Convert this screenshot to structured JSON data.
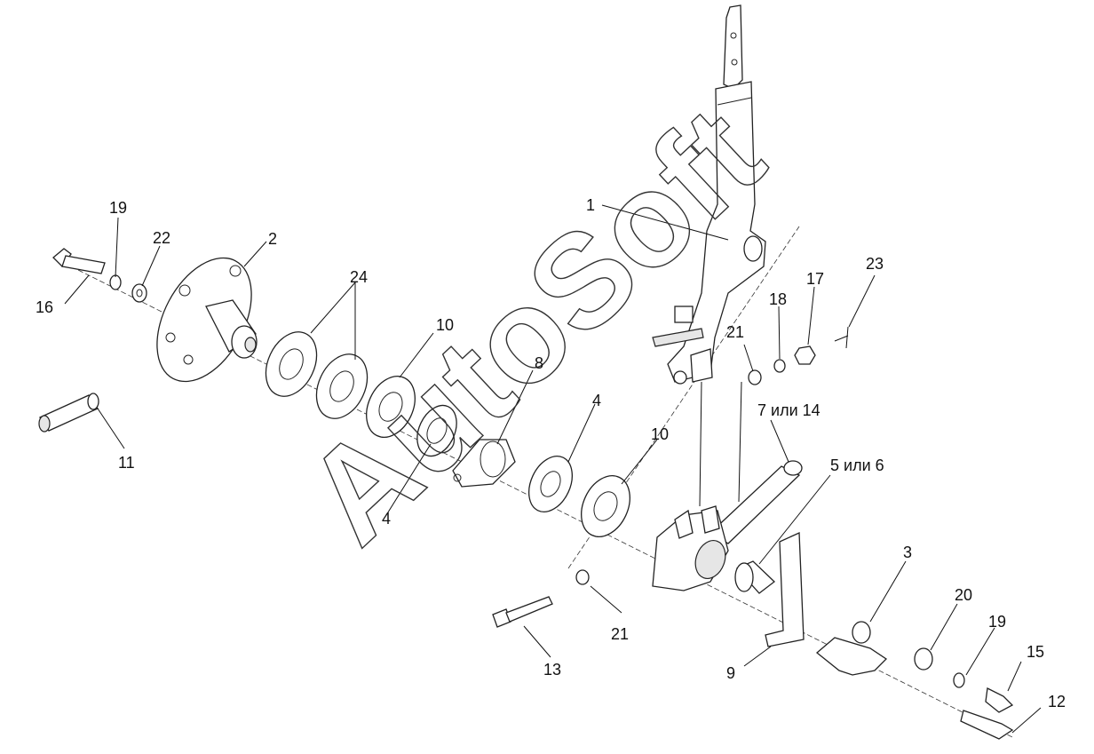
{
  "watermark": "AutoSoft",
  "callouts": [
    {
      "id": "l1",
      "text": "1"
    },
    {
      "id": "l2",
      "text": "2"
    },
    {
      "id": "l3",
      "text": "3"
    },
    {
      "id": "l4a",
      "text": "4"
    },
    {
      "id": "l4b",
      "text": "4"
    },
    {
      "id": "l5",
      "text": "5 или 6"
    },
    {
      "id": "l7",
      "text": "7 или 14"
    },
    {
      "id": "l8",
      "text": "8"
    },
    {
      "id": "l9",
      "text": "9"
    },
    {
      "id": "l10a",
      "text": "10"
    },
    {
      "id": "l10b",
      "text": "10"
    },
    {
      "id": "l11",
      "text": "11"
    },
    {
      "id": "l12",
      "text": "12"
    },
    {
      "id": "l13",
      "text": "13"
    },
    {
      "id": "l15",
      "text": "15"
    },
    {
      "id": "l16",
      "text": "16"
    },
    {
      "id": "l17",
      "text": "17"
    },
    {
      "id": "l18",
      "text": "18"
    },
    {
      "id": "l19a",
      "text": "19"
    },
    {
      "id": "l19b",
      "text": "19"
    },
    {
      "id": "l20",
      "text": "20"
    },
    {
      "id": "l21a",
      "text": "21"
    },
    {
      "id": "l21b",
      "text": "21"
    },
    {
      "id": "l22",
      "text": "22"
    },
    {
      "id": "l23",
      "text": "23"
    },
    {
      "id": "l24",
      "text": "24"
    }
  ]
}
